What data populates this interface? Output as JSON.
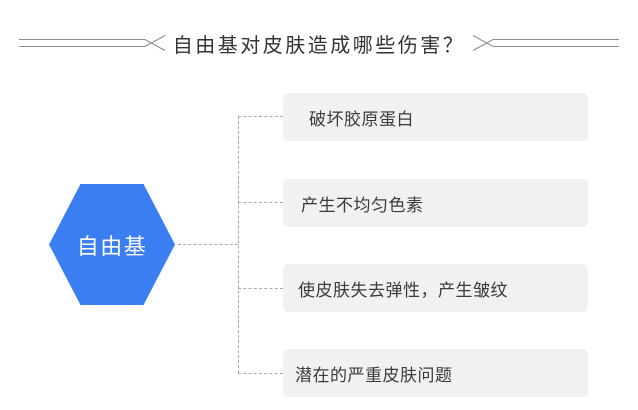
{
  "title": {
    "text": "自由基对皮肤造成哪些伤害？"
  },
  "hexagon": {
    "label": "自由基"
  },
  "branches": [
    {
      "label": "破坏胶原蛋白"
    },
    {
      "label": "产生不均匀色素"
    },
    {
      "label": "使皮肤失去弹性，产生皱纹"
    },
    {
      "label": "潜在的严重皮肤问题"
    }
  ],
  "colors": {
    "background": "#ffffff",
    "title_text": "#333333",
    "divider_line": "#8c8c8c",
    "hexagon_fill": "#3b7ef2",
    "hexagon_text": "#ffffff",
    "connector": "#a9a9a9",
    "box_fill": "#f0f1f2",
    "box_text": "#3b3b3b"
  }
}
